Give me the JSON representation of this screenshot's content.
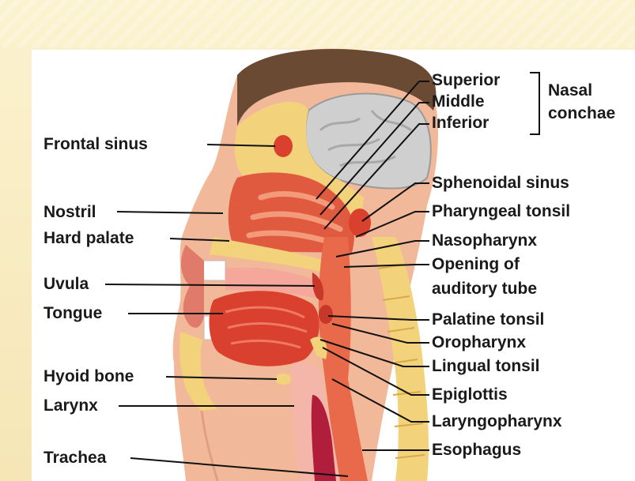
{
  "labels_left": {
    "frontal_sinus": "Frontal sinus",
    "nostril": "Nostril",
    "hard_palate": "Hard palate",
    "uvula": "Uvula",
    "tongue": "Tongue",
    "hyoid_bone": "Hyoid bone",
    "larynx": "Larynx",
    "trachea": "Trachea"
  },
  "labels_right": {
    "superior": "Superior",
    "middle": "Middle",
    "inferior": "Inferior",
    "nasal": "Nasal",
    "conchae": "conchae",
    "sphenoidal_sinus": "Sphenoidal sinus",
    "pharyngeal_tonsil": "Pharyngeal tonsil",
    "nasopharynx": "Nasopharynx",
    "opening_line1": "Opening of",
    "opening_line2": "auditory tube",
    "palatine_tonsil": "Palatine tonsil",
    "oropharynx": "Oropharynx",
    "lingual_tonsil": "Lingual tonsil",
    "epiglottis": "Epiglottis",
    "laryngopharynx": "Laryngopharynx",
    "esophagus": "Esophagus"
  },
  "colors": {
    "slide_background": "#f6e6b6",
    "tissue_red": "#d9402e",
    "tissue_pink": "#f0a08a",
    "bone_yellow": "#f2d27a",
    "brain_gray": "#c9c9c9",
    "hair_brown": "#6b4a33"
  }
}
